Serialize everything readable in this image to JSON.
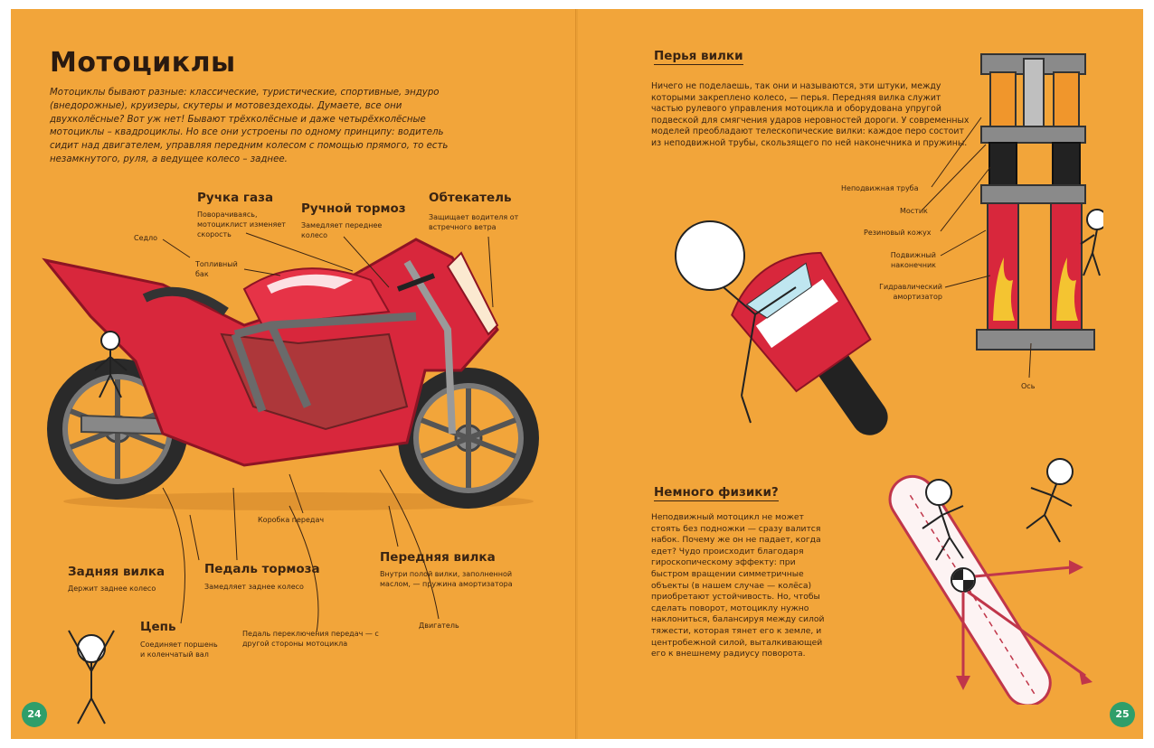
{
  "left": {
    "title": "Мотоциклы",
    "intro": "Мотоциклы бывают разные: классические, туристические, спортивные, эндуро (внедорожные), круизеры, скутеры и мотовездеходы. Думаете, все они двухколёсные? Вот уж нет! Бывают трёхколёсные и даже четырёхколёсные мотоциклы – квадроциклы. Но все они устроены по одному принципу: водитель сидит над двигателем, управляя передним колесом с помощью прямого, то есть незамкнутого, руля, а ведущее колесо – заднее.",
    "labels": {
      "throttle_title": "Ручка газа",
      "throttle_desc": "Поворачиваясь, мотоциклист изменяет скорость",
      "brake_title": "Ручной тормоз",
      "brake_desc": "Замедляет переднее колесо",
      "fairing_title": "Обтекатель",
      "fairing_desc": "Защищает водителя от встречного ветра",
      "seat": "Седло",
      "tank": "Топливный бак",
      "gearbox": "Коробка передач",
      "rear_fork_title": "Задняя вилка",
      "rear_fork_desc": "Держит заднее колесо",
      "brake_pedal_title": "Педаль тормоза",
      "brake_pedal_desc": "Замедляет заднее колесо",
      "front_fork_title": "Передняя вилка",
      "front_fork_desc": "Внутри полой вилки, заполненной маслом, — пружина амортизатора",
      "chain_title": "Цепь",
      "chain_desc": "Соединяет поршень и коленчатый вал",
      "gear_pedal": "Педаль переключения передач — с другой стороны мотоцикла",
      "engine": "Двигатель"
    },
    "page_number": "24"
  },
  "right": {
    "forks_heading": "Перья вилки",
    "forks_text": "Ничего не поделаешь, так они и называются, эти штуки, между которыми закреплено колесо, — перья. Передняя вилка служит частью рулевого управления мотоцикла и оборудована упругой подвеской для смягчения ударов неровностей дороги. У современных моделей преобладают телескопические вилки: каждое перо состоит из неподвижной трубы, скользящего по ней наконечника и пружины.",
    "fork_labels": {
      "fixed_tube": "Неподвижная труба",
      "bridge": "Мостик",
      "rubber_cover": "Резиновый кожух",
      "moving_tip": "Подвижный наконечник",
      "damper": "Гидравлический амортизатор",
      "axle": "Ось"
    },
    "physics_heading": "Немного физики?",
    "physics_text": "Неподвижный мотоцикл не может стоять без подножки — сразу валится набок. Почему же он не падает, когда едет? Чудо происходит благодаря гироскопическому эффекту: при быстром вращении симметричные объекты (в нашем случае — колёса) приобретают устойчивость. Но, чтобы сделать поворот, мотоциклу нужно наклониться, балансируя между силой тяжести, которая тянет его к земле, и центробежной силой, выталкивающей его к внешнему радиусу поворота.",
    "page_number": "25"
  },
  "colors": {
    "page_bg": "#f2a53a",
    "bike_red": "#d8273c",
    "number_badge": "#2f9e6a",
    "text_dark": "#3a2412"
  }
}
